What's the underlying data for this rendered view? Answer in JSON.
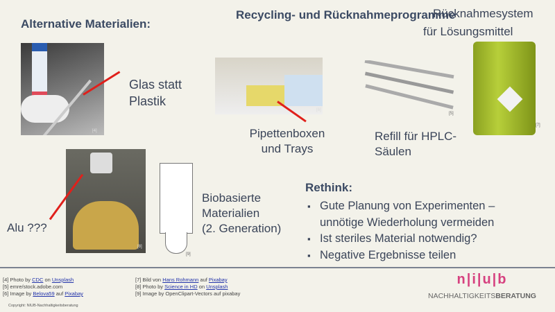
{
  "titles": {
    "left": "Alternative Materialien:",
    "center": "Recycling- und Rücknahmeprogramme",
    "right_line1": "Rücknahmesystem",
    "right_line2": "für Lösungsmittel"
  },
  "captions": {
    "glass": [
      "Glas statt",
      "Plastik"
    ],
    "boxes": [
      "Pipettenboxen",
      "und Trays"
    ],
    "hplc": [
      "Refill für HPLC-",
      "Säulen"
    ],
    "bio": [
      "Biobasierte",
      "Materialien",
      "(2. Generation)"
    ],
    "alu": "Alu ???"
  },
  "refs": {
    "r4": "[4]",
    "r5": "[5]",
    "r6": "[6]",
    "r7": "[7]",
    "r8": "[8]",
    "r9": "[9]"
  },
  "rethink": {
    "heading": "Rethink:",
    "bullets": [
      "Gute Planung von Experimenten –",
      "unnötige Wiederholung vermeiden",
      "Ist steriles Material notwendig?",
      "Negative Ergebnisse teilen"
    ]
  },
  "credits": {
    "c4": {
      "pre": "[4] Photo by ",
      "l1": "CDC",
      "mid": " on ",
      "l2": "Unsplash"
    },
    "c5": {
      "pre": "[5] emre/stock.adobe.com"
    },
    "c6": {
      "pre": "[6] Image by ",
      "l1": "Belova59",
      "mid": " auf ",
      "l2": "Pixabay"
    },
    "c7": {
      "pre": "[7] Bild von ",
      "l1": "Hans Rohmann",
      "mid": " auf ",
      "l2": "Pixabay"
    },
    "c8": {
      "pre": "[8] Photo by ",
      "l1": "Science in HD",
      "mid": " on ",
      "l2": "Unsplash"
    },
    "c9": {
      "pre": "[9]  Image by OpenClipart-Vectors auf pixabay"
    }
  },
  "copyright": "Copyright: NIUB-Nachhaltigkeitsberatung",
  "logo": {
    "mark": "n|i|u|b",
    "line1": "NACHHALTIGKEITS",
    "line2": "BERATUNG"
  },
  "colors": {
    "title": "#3b4a63",
    "logo_pink": "#d6417f",
    "arrow": "#e0201b"
  }
}
